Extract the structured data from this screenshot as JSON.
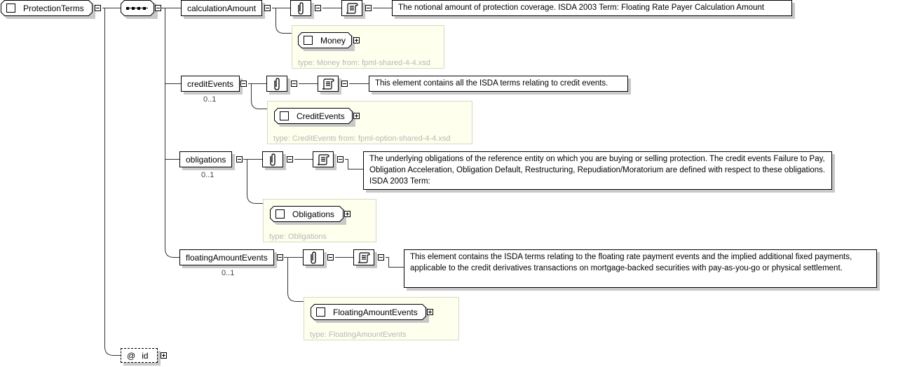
{
  "root": {
    "name": "ProtectionTerms",
    "compositor": "sequence"
  },
  "children": [
    {
      "name": "calculationAmount",
      "cardinality": "",
      "doc": "The notional amount of protection coverage. ISDA 2003 Term: Floating Rate Payer Calculation Amount",
      "type_name": "Money",
      "type_label": "type: Money from: fpml-shared-4-4.xsd"
    },
    {
      "name": "creditEvents",
      "cardinality": "0..1",
      "doc": "This element contains all the ISDA terms relating to credit events.",
      "type_name": "CreditEvents",
      "type_label": "type: CreditEvents from: fpml-option-shared-4-4.xsd"
    },
    {
      "name": "obligations",
      "cardinality": "0..1",
      "doc": "The underlying obligations of the reference entity on which you are buying or selling protection. The credit events Failure to Pay, Obligation Acceleration, Obligation Default, Restructuring, Repudiation/Moratorium are defined with respect to these obligations. ISDA 2003 Term:",
      "type_name": "Obligations",
      "type_label": "type: Obligations"
    },
    {
      "name": "floatingAmountEvents",
      "cardinality": "0..1",
      "doc": "This element contains the ISDA terms relating to the floating rate payment events and the implied additional fixed payments, applicable to the credit derivatives transactions on mortgage-backed securities with pay-as-you-go or physical settlement.",
      "type_name": "FloatingAmountEvents",
      "type_label": "type: FloatingAmountEvents"
    }
  ],
  "attribute": {
    "symbol": "@",
    "name": "id"
  }
}
